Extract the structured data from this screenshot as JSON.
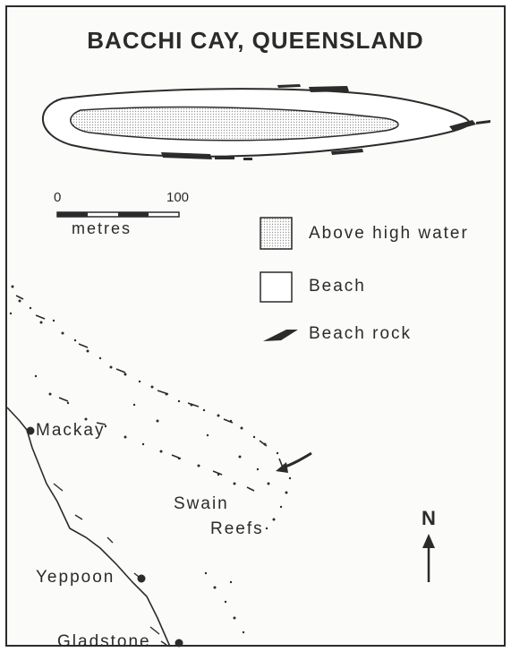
{
  "title": "BACCHI CAY, QUEENSLAND",
  "scale": {
    "start": "0",
    "end": "100",
    "unit": "metres"
  },
  "legend": {
    "items": [
      {
        "label": "Above high water",
        "symbol": "stippled-square-icon"
      },
      {
        "label": "Beach",
        "symbol": "empty-square-icon"
      },
      {
        "label": "Beach rock",
        "symbol": "beach-rock-icon"
      }
    ]
  },
  "places": [
    {
      "name": "Mackay"
    },
    {
      "name": "Yeppoon"
    },
    {
      "name": "Gladstone"
    }
  ],
  "reef_label": {
    "line1": "Swain",
    "line2": "Reefs"
  },
  "north": "N",
  "colors": {
    "ink": "#2b2b2b",
    "stipple": "#b9b9b9",
    "paper": "#fbfbf9"
  }
}
